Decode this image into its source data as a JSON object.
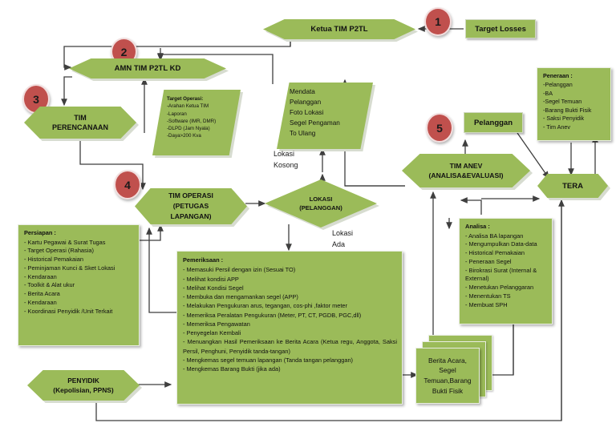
{
  "diagram": {
    "title": "Alur Proses P2TL",
    "colors": {
      "shape_fill": "#9BBB59",
      "badge_fill": "#C0504D",
      "line": "#3f3f3f",
      "text": "#111111"
    }
  },
  "badges": [
    {
      "id": "b1",
      "label": "1"
    },
    {
      "id": "b2",
      "label": "2"
    },
    {
      "id": "b3",
      "label": "3"
    },
    {
      "id": "b4",
      "label": "4"
    },
    {
      "id": "b5",
      "label": "5"
    }
  ],
  "nodes": {
    "target_losses": {
      "label": "Target Losses"
    },
    "ketua_tim": {
      "label": "Ketua TIM P2TL"
    },
    "amn_tim": {
      "label": "AMN  TIM P2TL KD"
    },
    "tim_perencanaan": {
      "line1": "TIM",
      "line2": "PERENCANAAN"
    },
    "tim_operasi": {
      "line1": "TIM OPERASI",
      "line2": "(PETUGAS",
      "line3": "LAPANGAN)"
    },
    "lokasi_pelanggan": {
      "line1": "LOKASI",
      "line2": "(PELANGGAN)"
    },
    "tim_anev": {
      "line1": "TIM ANEV",
      "line2": "(ANALISA&EVALUASI)"
    },
    "pelanggan": {
      "label": "Pelanggan"
    },
    "tera": {
      "label": "TERA"
    },
    "penyidik": {
      "line1": "PENYIDIK",
      "line2": "(Kepolisian, PPNS)"
    },
    "berita_acara_stack": {
      "line1": "Berita Acara,",
      "line2": "Segel",
      "line3": "Temuan,Barang",
      "line4": "Bukti Fisik"
    }
  },
  "panels": {
    "target_operasi": {
      "heading": "Target Operasi:",
      "items": [
        "-Arahan Ketua TIM",
        "-Laporan",
        "-Software (IMR, DMR)",
        "-DLPD (Jam Nyala)",
        "-Daya>200 Kva"
      ]
    },
    "mendata": {
      "items": [
        "Mendata",
        "Pelanggan",
        "Foto Lokasi",
        "Segel Pengaman",
        "To Ulang"
      ]
    },
    "peneraan": {
      "heading": "Peneraan :",
      "items": [
        "-Pelanggan",
        "-BA",
        "-Segel Temuan",
        "-Barang Bukti Fisik",
        "- Saksi Penyidik",
        "- Tim Anev"
      ]
    },
    "persiapan": {
      "heading": "Persiapan :",
      "items": [
        "- Kartu Pegawai &  Surat Tugas",
        "- Target Operasi (Rahasia)",
        "- Historical Pemakaian",
        "- Peminjaman Kunci & Sket Lokasi",
        "- Kendaraan",
        "- Toolkit & Alat ukur",
        "- Berita Acara",
        "- Kendaraan",
        "- Koordinasi Penyidik /Unit Terkait"
      ]
    },
    "pemeriksaan": {
      "heading": "Pemeriksaan :",
      "items": [
        "-  Memasuki Persil dengan izin (Sesuai TO)",
        "-  Melihat kondisi APP",
        "-  Melihat Kondisi Segel",
        "-  Membuka dan mengamankan segel (APP)",
        "-  Melakukan Pengukuran arus, tegangan,  cos-phi ,faktor meter",
        "- Memeriksa Peralatan Pengukuran (Meter, PT, CT, PGDB, PGC,dll)",
        "- Memeriksa Pengawatan",
        "- Penyegelan Kembali",
        "-  Menuangkan Hasil Pemeriksaan ke Berita Acara (Ketua regu, Anggota, Saksi Persil, Penghuni, Penyidik tanda-tangan)",
        "- Mengkemas segel temuan lapangan (Tanda tangan pelanggan)",
        "- Mengkemas Barang Bukti (jika ada)"
      ]
    },
    "analisa": {
      "heading": "Analisa :",
      "items": [
        "- Analisa BA lapangan",
        "- Mengumpulkan Data-data",
        "- Historical Pemakaian",
        "- Peneraan Segel",
        "- Birokrasi Surat (Internal & External)",
        "- Menetukan Pelanggaran",
        "- Menentukan TS",
        "- Membuat SPH"
      ]
    }
  },
  "edge_labels": {
    "lokasi_kosong": "Lokasi\nKosong",
    "lokasi_ada": "Lokasi\nAda"
  }
}
